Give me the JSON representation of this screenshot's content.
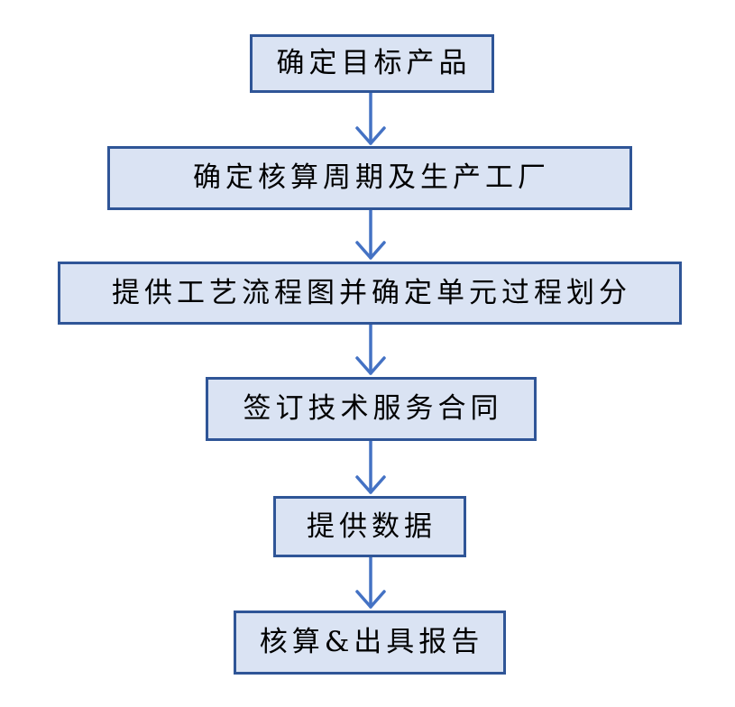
{
  "flowchart": {
    "title": "carbon-footprint-service-flow",
    "colors": {
      "box_fill": "#dae3f3",
      "box_border": "#2f5597",
      "arrow_color": "#4472c4",
      "text_color": "#000000",
      "background": "#ffffff"
    },
    "steps": [
      {
        "label": "确定目标产品"
      },
      {
        "label": "确定核算周期及生产工厂"
      },
      {
        "label": "提供工艺流程图并确定单元过程划分"
      },
      {
        "label": "签订技术服务合同"
      },
      {
        "label": "提供数据"
      },
      {
        "label": "核算&出具报告"
      }
    ]
  }
}
